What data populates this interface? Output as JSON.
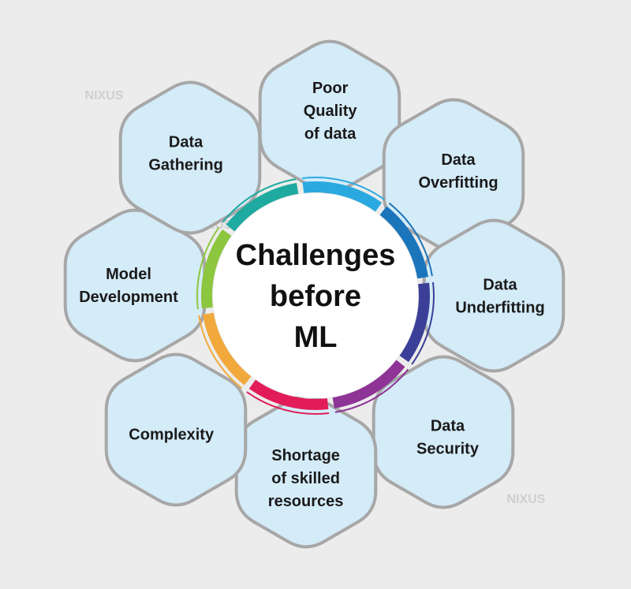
{
  "title": [
    "Challenges",
    "before",
    "ML"
  ],
  "items": [
    {
      "id": "poor-quality-of-data",
      "lines": [
        "Poor",
        "Quality",
        "of data"
      ]
    },
    {
      "id": "data-overfitting",
      "lines": [
        "Data",
        "Overfitting"
      ]
    },
    {
      "id": "data-underfitting",
      "lines": [
        "Data",
        "Underfitting"
      ]
    },
    {
      "id": "data-security",
      "lines": [
        "Data",
        "Security"
      ]
    },
    {
      "id": "shortage-of-skilled-resources",
      "lines": [
        "Shortage",
        "of skilled",
        "resources"
      ]
    },
    {
      "id": "complexity",
      "lines": [
        "Complexity"
      ]
    },
    {
      "id": "model-development",
      "lines": [
        "Model",
        "Development"
      ]
    },
    {
      "id": "data-gathering",
      "lines": [
        "Data",
        "Gathering"
      ]
    }
  ],
  "ring_colors": [
    "#2aa9e0",
    "#1b75bb",
    "#3b3f98",
    "#8e3496",
    "#e21c58",
    "#f2a93b",
    "#8dc63f",
    "#1eaaa0"
  ],
  "watermark": "NIXUS",
  "colors": {
    "background": "#ececec",
    "petal_fill": "#d4ebf8",
    "petal_border": "#a7a7a7",
    "center_fill": "#ffffff"
  }
}
